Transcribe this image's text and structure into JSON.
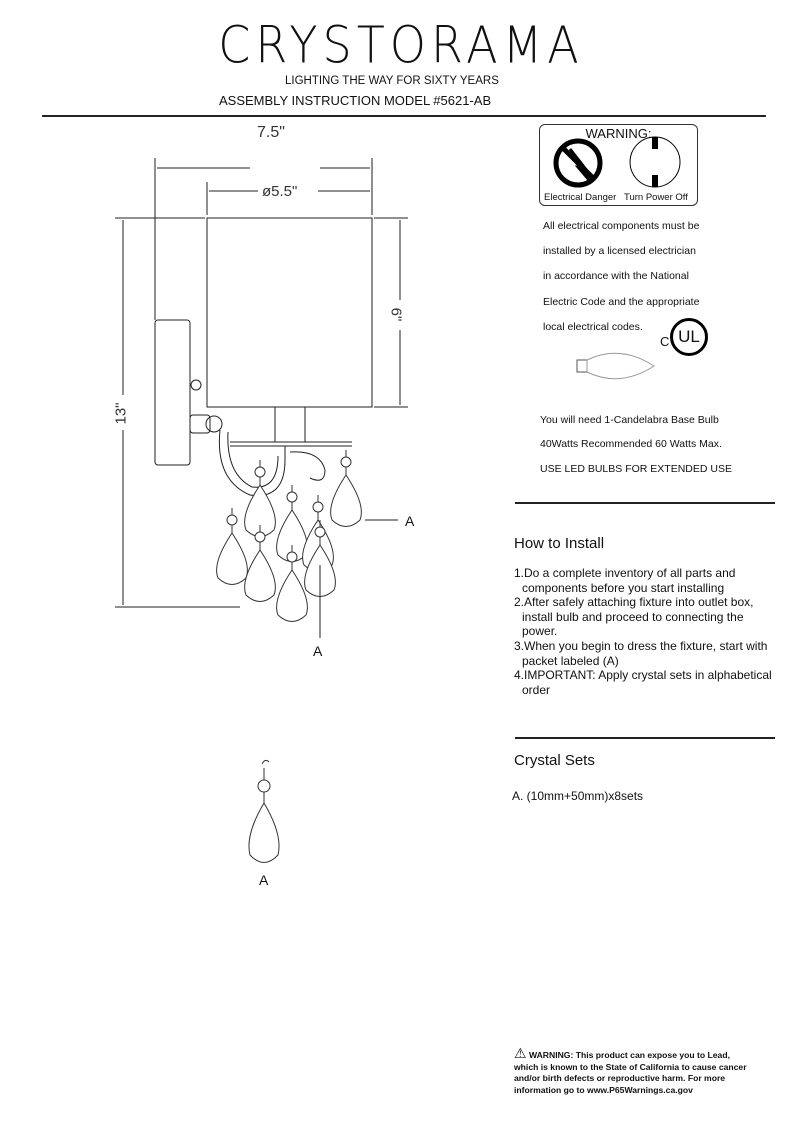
{
  "header": {
    "brand": "CRYSTORAMA",
    "tagline": "LIGHTING THE WAY FOR SIXTY YEARS",
    "title": "ASSEMBLY INSTRUCTION MODEL #5621-AB"
  },
  "warning_box": {
    "title": "WARNING:",
    "icons": [
      {
        "icon": "electrical-danger-icon",
        "label": "Electrical Danger"
      },
      {
        "icon": "turn-power-off-icon",
        "label": "Turn Power Off"
      }
    ]
  },
  "electrical_note": [
    "All electrical components must be",
    "installed by a licensed electrician",
    "in accordance with the National",
    "Electric Code and the appropriate",
    "local electrical codes."
  ],
  "certification": {
    "icon": "cul-listed-icon",
    "prefix": "C",
    "mark": "UL"
  },
  "bulb_note": [
    "You will need 1-Candelabra Base Bulb",
    "40Watts Recommended 60 Watts Max.",
    "USE LED BULBS FOR EXTENDED USE"
  ],
  "how_to_install": {
    "heading": "How to Install",
    "steps": [
      [
        "1.Do a complete inventory of all parts and",
        "components before you  start installing"
      ],
      [
        "2.After safely attaching fixture into outlet box,",
        "install bulb and proceed to connecting  the",
        "power."
      ],
      [
        "3.When you begin to dress the fixture, start with",
        "packet  labeled (A)"
      ],
      [
        "4.IMPORTANT: Apply crystal sets in alphabetical",
        "order"
      ]
    ]
  },
  "crystal_sets": {
    "heading": "Crystal Sets",
    "items": [
      "A. (10mm+50mm)x8sets"
    ]
  },
  "diagram": {
    "dimensions": {
      "overall_width": "7.5\"",
      "shade_diameter": "ø5.5\"",
      "shade_height": "6\"",
      "overall_height": "13\""
    },
    "labels": {
      "crystal_right": "A",
      "crystal_bottom": "A",
      "crystal_detail": "A"
    }
  },
  "prop65": {
    "icon": "warning-triangle-icon",
    "text": "WARNING: This product can expose you to Lead, which is known to the State of California to cause cancer and/or birth defects or reproductive harm. For more information go to www.P65Warnings.ca.gov"
  }
}
